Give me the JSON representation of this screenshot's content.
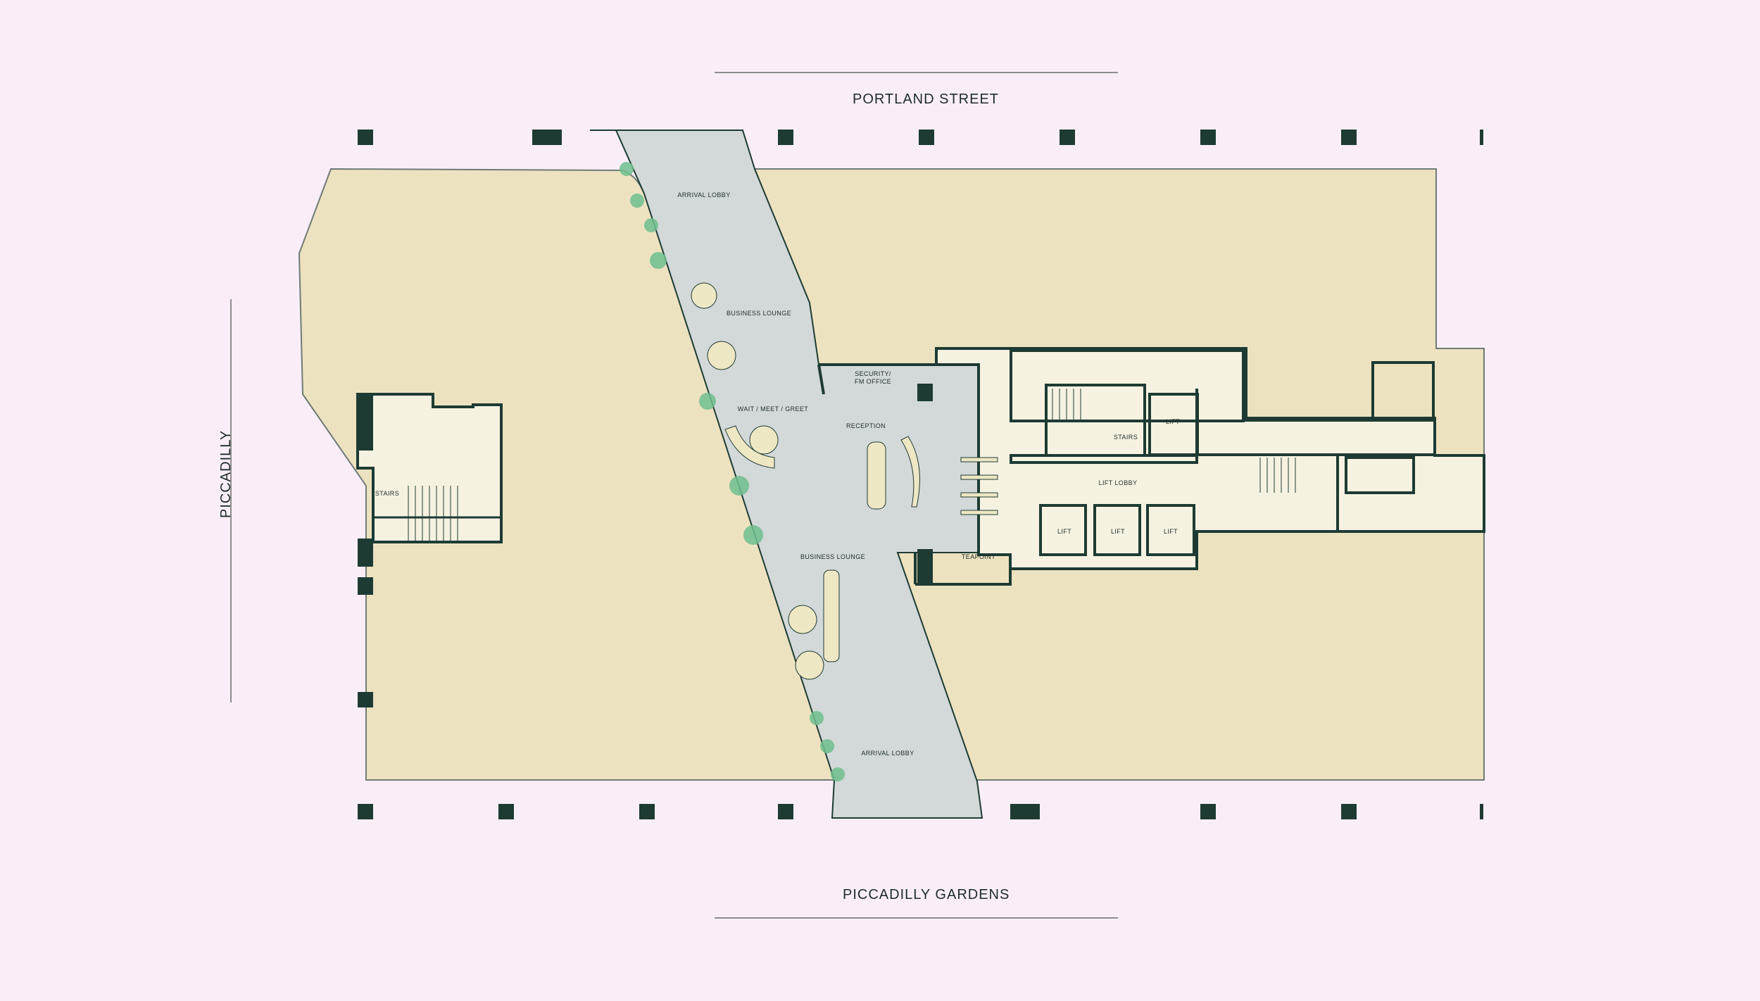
{
  "streets": {
    "north": "PORTLAND STREET",
    "south": "PICCADILLY GARDENS",
    "west": "PICCADILLY"
  },
  "rooms": {
    "arrival_lobby_north": "ARRIVAL LOBBY",
    "business_lounge_north": "BUSINESS LOUNGE",
    "security": "SECURITY/",
    "security_2": "FM OFFICE",
    "wait_meet_greet": "WAIT / MEET / GREET",
    "reception": "RECEPTION",
    "business_lounge_south": "BUSINESS LOUNGE",
    "teapoint": "TEAPOINT",
    "arrival_lobby_south": "ARRIVAL LOBBY",
    "stairs_west": "STAIRS",
    "stairs_core": "STAIRS",
    "lift_lobby": "LIFT LOBBY",
    "lift_top": "LIFT",
    "lift_1": "LIFT",
    "lift_2": "LIFT",
    "lift_3": "LIFT"
  },
  "colors": {
    "background": "#f9eef8",
    "floor": "#ede2c0",
    "atrium": "#d3d8d8",
    "core": "#f6f2e1",
    "wall": "#1d3b33",
    "plant": "#6fbf8f",
    "furniture": "#eee7c4"
  }
}
